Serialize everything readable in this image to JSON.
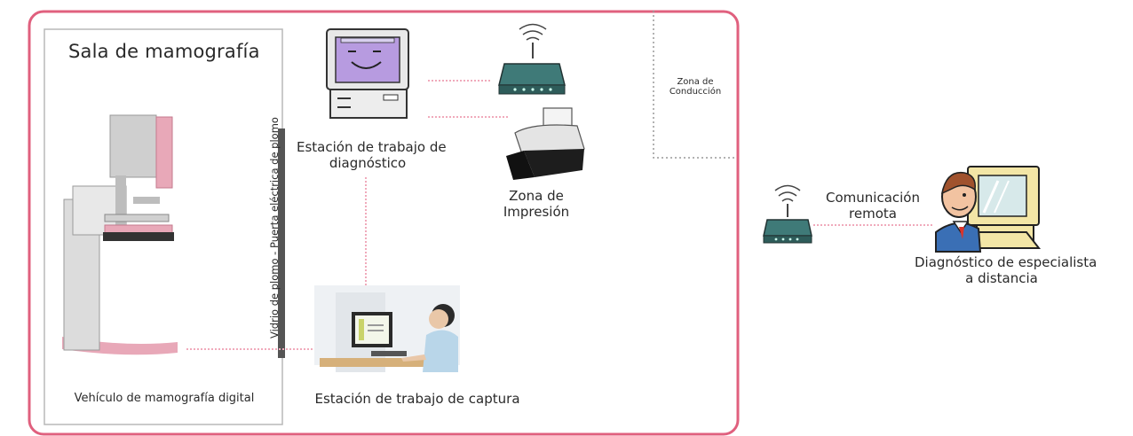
{
  "room": {
    "title": "Sala de mamografía"
  },
  "lead_glass_label": "Vidrio de plomo - Puerta eléctrica de plomo",
  "vehicle_label": "Vehículo de mamografía digital",
  "diagnosis_station": {
    "line1": "Estación de trabajo de",
    "line2": "diagnóstico"
  },
  "print_zone": {
    "line1": "Zona de",
    "line2": "Impresión"
  },
  "capture_station": "Estación de trabajo de captura",
  "driving_zone": {
    "line1": "Zona de",
    "line2": "Conducción"
  },
  "remote_comm": {
    "line1": "Comunicación",
    "line2": "remota"
  },
  "specialist": {
    "line1": "Diagnóstico de especialista",
    "line2": "a distancia"
  },
  "colors": {
    "vehicle_border": "#e0607e",
    "connection_line": "#f0aabb",
    "room_border": "#b8b8b8",
    "lead_wall": "#555555",
    "router_body": "#3f7a78",
    "screen_face": "#b79be0"
  },
  "icons": [
    "monitor-smiley-icon",
    "router-icon",
    "printer-icon",
    "mammography-machine-icon",
    "capture-workstation-icon",
    "remote-router-icon",
    "specialist-doctor-icon"
  ]
}
